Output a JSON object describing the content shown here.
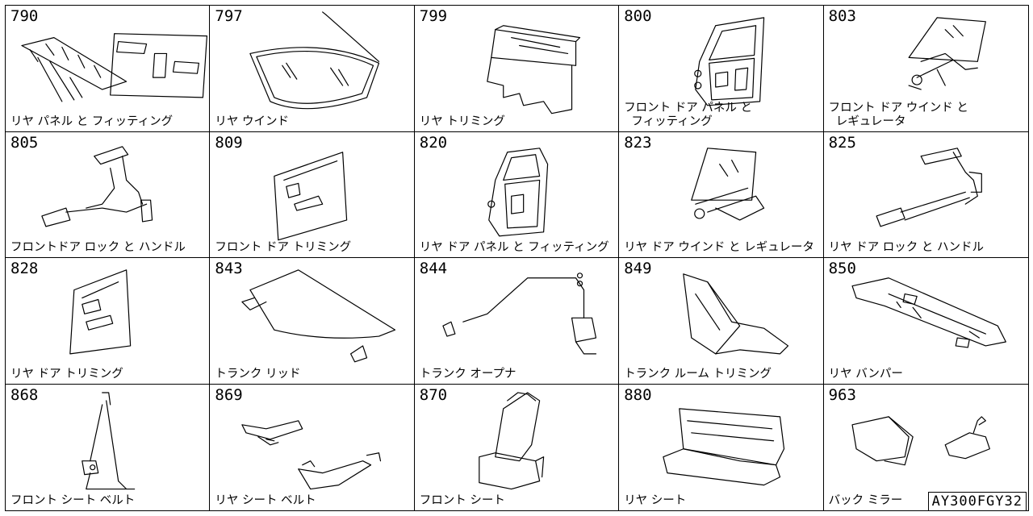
{
  "cells": [
    {
      "code": "790",
      "label": "リヤ パネル と フィッティング",
      "icon": "rear-panel-icon"
    },
    {
      "code": "797",
      "label": "リヤ ウインド",
      "icon": "rear-window-icon"
    },
    {
      "code": "799",
      "label": "リヤ トリミング",
      "icon": "rear-trim-icon"
    },
    {
      "code": "800",
      "label": "フロント ドア パネル と\n  フィッティング",
      "icon": "front-door-panel-icon"
    },
    {
      "code": "803",
      "label": "フロント ドア ウインド と\n  レギュレータ",
      "icon": "front-door-window-regulator-icon"
    },
    {
      "code": "805",
      "label": "フロントドア ロック と ハンドル",
      "icon": "front-door-lock-handle-icon"
    },
    {
      "code": "809",
      "label": "フロント ドア トリミング",
      "icon": "front-door-trim-icon"
    },
    {
      "code": "820",
      "label": "リヤ ドア パネル と フィッティング",
      "icon": "rear-door-panel-icon"
    },
    {
      "code": "823",
      "label": "リヤ ドア ウインド と レギュレータ",
      "icon": "rear-door-window-regulator-icon"
    },
    {
      "code": "825",
      "label": "リヤ ドア ロック と ハンドル",
      "icon": "rear-door-lock-handle-icon"
    },
    {
      "code": "828",
      "label": "リヤ ドア トリミング",
      "icon": "rear-door-trim-icon"
    },
    {
      "code": "843",
      "label": "トランク リッド",
      "icon": "trunk-lid-icon"
    },
    {
      "code": "844",
      "label": "トランク オープナ",
      "icon": "trunk-opener-icon"
    },
    {
      "code": "849",
      "label": "トランク ルーム トリミング",
      "icon": "trunk-room-trim-icon"
    },
    {
      "code": "850",
      "label": "リヤ バンパー",
      "icon": "rear-bumper-icon"
    },
    {
      "code": "868",
      "label": "フロント シート ベルト",
      "icon": "front-seat-belt-icon"
    },
    {
      "code": "869",
      "label": "リヤ シート ベルト",
      "icon": "rear-seat-belt-icon"
    },
    {
      "code": "870",
      "label": "フロント シート",
      "icon": "front-seat-icon"
    },
    {
      "code": "880",
      "label": "リヤ シート",
      "icon": "rear-seat-icon"
    },
    {
      "code": "963",
      "label": "バック ミラー",
      "icon": "rear-view-mirror-icon"
    }
  ],
  "footer": {
    "catalog_id": "AY300FGY32"
  }
}
